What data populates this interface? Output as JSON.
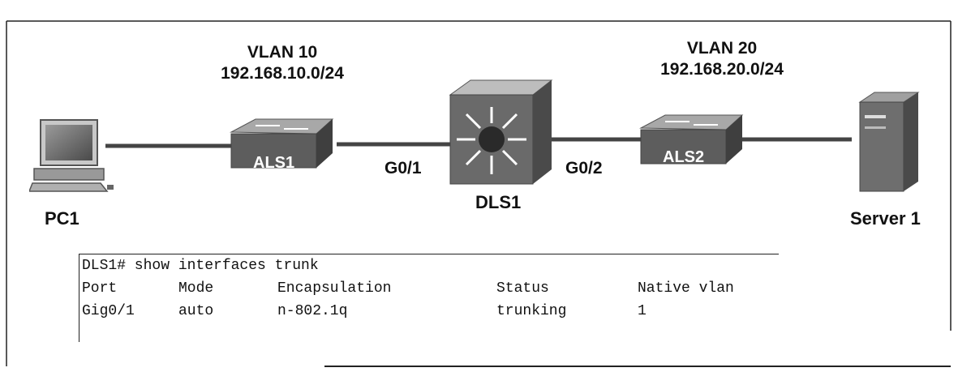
{
  "vlans": [
    {
      "name": "VLAN 10",
      "subnet": "192.168.10.0/24"
    },
    {
      "name": "VLAN 20",
      "subnet": "192.168.20.0/24"
    }
  ],
  "devices": {
    "pc": "PC1",
    "access_switch_1": "ALS1",
    "distribution_switch": "DLS1",
    "access_switch_2": "ALS2",
    "server": "Server 1"
  },
  "ports": {
    "left": "G0/1",
    "right": "G0/2"
  },
  "cli": {
    "command": "DLS1# show interfaces trunk",
    "headers": [
      "Port",
      "Mode",
      "Encapsulation",
      "Status",
      "Native vlan"
    ],
    "rows": [
      [
        "Gig0/1",
        "auto",
        "n-802.1q",
        "trunking",
        "1"
      ]
    ]
  },
  "colors": {
    "switch_body": "#5a5a5a",
    "switch_top": "#9a9a9a",
    "link": "#444444",
    "text": "#111111"
  }
}
